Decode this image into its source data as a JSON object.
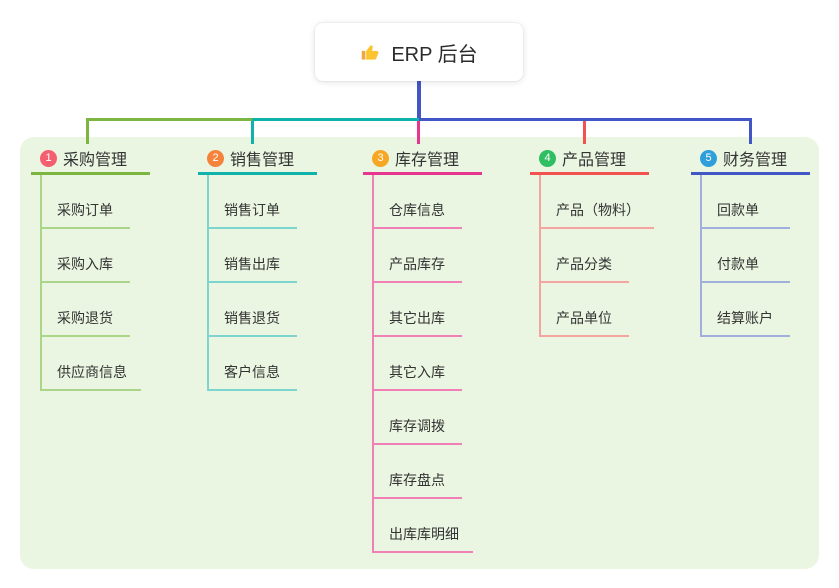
{
  "root": {
    "label": "ERP 后台",
    "icon": "thumbs-up-icon"
  },
  "canvas": {
    "background": "#ffffff",
    "board_background": "#eaf6e2",
    "text_color": "#333333"
  },
  "connector": {
    "stem_color": "#4456c6"
  },
  "branches": [
    {
      "num": "1",
      "label": "采购管理",
      "badge_color": "#f4606f",
      "line_color": "#7cb53f",
      "light_color": "#abd588",
      "items": [
        "采购订单",
        "采购入库",
        "采购退货",
        "供应商信息"
      ]
    },
    {
      "num": "2",
      "label": "销售管理",
      "badge_color": "#f6833c",
      "line_color": "#0fb3ab",
      "light_color": "#7cd6cd",
      "items": [
        "销售订单",
        "销售出库",
        "销售退货",
        "客户信息"
      ]
    },
    {
      "num": "3",
      "label": "库存管理",
      "badge_color": "#f6a723",
      "line_color": "#e6368f",
      "light_color": "#f080b5",
      "items": [
        "仓库信息",
        "产品库存",
        "其它出库",
        "其它入库",
        "库存调拨",
        "库存盘点",
        "出库库明细"
      ]
    },
    {
      "num": "4",
      "label": "产品管理",
      "badge_color": "#2fbe62",
      "line_color": "#f25350",
      "light_color": "#f5a5a0",
      "items": [
        "产品（物料）",
        "产品分类",
        "产品单位"
      ]
    },
    {
      "num": "5",
      "label": "财务管理",
      "badge_color": "#2f9fdb",
      "line_color": "#4356c6",
      "light_color": "#a0afdc",
      "items": [
        "回款单",
        "付款单",
        "结算账户"
      ]
    }
  ]
}
